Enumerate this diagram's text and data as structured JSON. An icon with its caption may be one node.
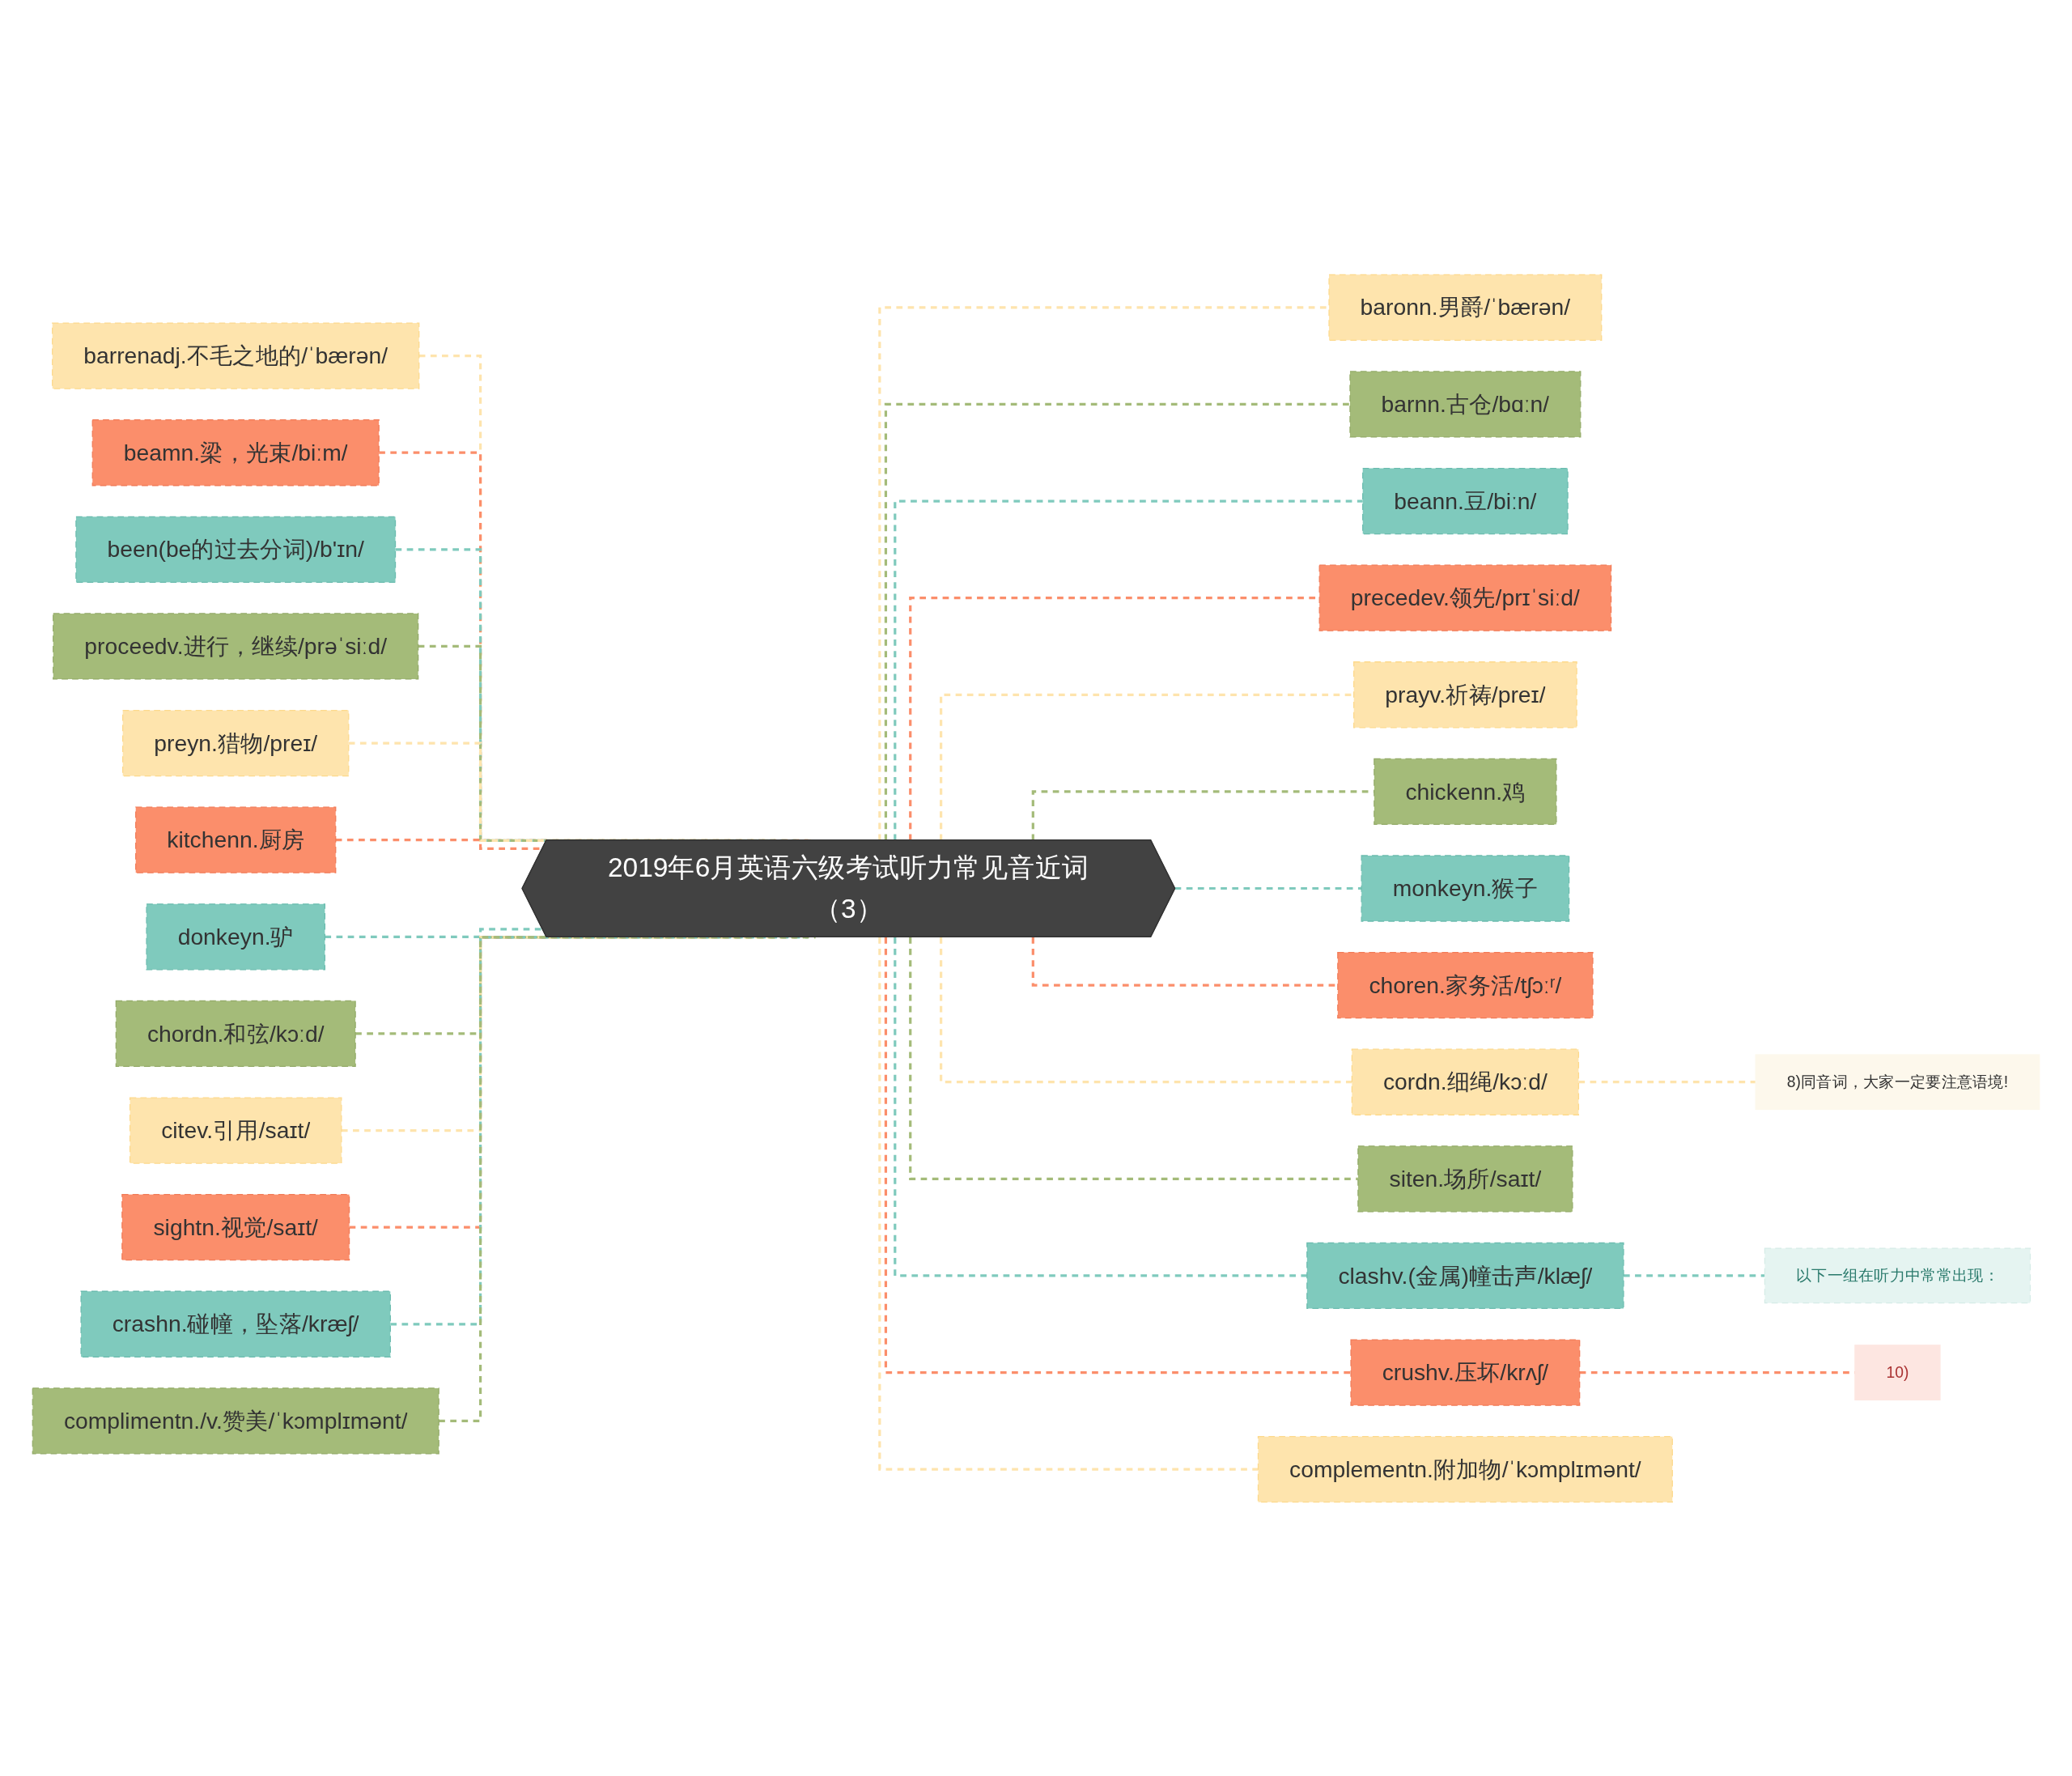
{
  "diagram": {
    "nodes": [
      {
        "text": [
          "2019年6月英语六级考试听力常见音近词（3）"
        ]
      },
      {
        "text": [
          "barrenadj.不毛之地的/ˈbærən/"
        ]
      },
      {
        "text": [
          "beamn.梁，光束/biːm/"
        ]
      },
      {
        "text": [
          "been(be的过去分词)/b'ɪn/"
        ]
      },
      {
        "text": [
          "proceedv.进行，继续/prəˈsiːd/"
        ]
      },
      {
        "text": [
          "preyn.猎物/preɪ/"
        ]
      },
      {
        "text": [
          "kitchenn.厨房"
        ]
      },
      {
        "text": [
          "donkeyn.驴"
        ]
      },
      {
        "text": [
          "chordn.和弦/kɔːd/"
        ]
      },
      {
        "text": [
          "citev.引用/saɪt/"
        ]
      },
      {
        "text": [
          "sightn.视觉/saɪt/"
        ]
      },
      {
        "text": [
          "crashn.碰幢，坠落/kræʃ/"
        ]
      },
      {
        "text": [
          "complimentn./v.赞美/ˈkɔmplɪmənt/"
        ]
      },
      {
        "text": [
          "baronn.男爵/ˈbærən/"
        ]
      },
      {
        "text": [
          "barnn.古仓/bɑːn/"
        ]
      },
      {
        "text": [
          "beann.豆/biːn/"
        ]
      },
      {
        "text": [
          "precedev.领先/prɪˈsiːd/"
        ]
      },
      {
        "text": [
          "prayv.祈祷/preɪ/"
        ]
      },
      {
        "text": [
          "chickenn.鸡"
        ]
      },
      {
        "text": [
          "monkeyn.猴子"
        ]
      },
      {
        "text": [
          "choren.家务活/tʃɔːʳ/"
        ]
      },
      {
        "text": [
          "cordn.细绳/kɔːd/"
        ]
      },
      {
        "text": [
          "8)同音词，大家一定要注意语境!"
        ]
      },
      {
        "text": [
          "siten.场所/saɪt/"
        ]
      },
      {
        "text": [
          "clashv.(金属)幢击声/klæʃ/"
        ]
      },
      {
        "text": [
          "以下一组在听力中常常出现："
        ]
      },
      {
        "text": [
          "crushv.压坏/krʌʃ/"
        ]
      },
      {
        "text": [
          "10)"
        ]
      },
      {
        "text": [
          "complementn.附加物/ˈkɔmplɪmənt/"
        ]
      }
    ],
    "edges": [
      {
        "from": 1,
        "to": 0,
        "arrow": "none",
        "style": "dashed",
        "color": "#fee4ad"
      },
      {
        "from": 2,
        "to": 0,
        "arrow": "none",
        "style": "dashed",
        "color": "#fb8e6b"
      },
      {
        "from": 3,
        "to": 0,
        "arrow": "none",
        "style": "dashed",
        "color": "#7fcabd"
      },
      {
        "from": 4,
        "to": 0,
        "arrow": "none",
        "style": "dashed",
        "color": "#a4bb79"
      },
      {
        "from": 5,
        "to": 0,
        "arrow": "none",
        "style": "dashed",
        "color": "#fee4ad"
      },
      {
        "from": 6,
        "to": 0,
        "arrow": "none",
        "style": "dashed",
        "color": "#fb8e6b"
      },
      {
        "from": 7,
        "to": 0,
        "arrow": "none",
        "style": "dashed",
        "color": "#7fcabd"
      },
      {
        "from": 8,
        "to": 0,
        "arrow": "none",
        "style": "dashed",
        "color": "#a4bb79"
      },
      {
        "from": 9,
        "to": 0,
        "arrow": "none",
        "style": "dashed",
        "color": "#fee4ad"
      },
      {
        "from": 10,
        "to": 0,
        "arrow": "none",
        "style": "dashed",
        "color": "#fb8e6b"
      },
      {
        "from": 11,
        "to": 0,
        "arrow": "none",
        "style": "dashed",
        "color": "#7fcabd"
      },
      {
        "from": 12,
        "to": 0,
        "arrow": "none",
        "style": "dashed",
        "color": "#a4bb79"
      },
      {
        "from": 0,
        "to": 13,
        "arrow": "none",
        "style": "dashed",
        "color": "#fee4ad"
      },
      {
        "from": 0,
        "to": 14,
        "arrow": "none",
        "style": "dashed",
        "color": "#a4bb79"
      },
      {
        "from": 0,
        "to": 15,
        "arrow": "none",
        "style": "dashed",
        "color": "#7fcabd"
      },
      {
        "from": 0,
        "to": 16,
        "arrow": "none",
        "style": "dashed",
        "color": "#fb8e6b"
      },
      {
        "from": 0,
        "to": 17,
        "arrow": "none",
        "style": "dashed",
        "color": "#fee4ad"
      },
      {
        "from": 0,
        "to": 18,
        "arrow": "none",
        "style": "dashed",
        "color": "#a4bb79"
      },
      {
        "from": 0,
        "to": 19,
        "arrow": "none",
        "style": "dashed",
        "color": "#7fcabd"
      },
      {
        "from": 0,
        "to": 20,
        "arrow": "none",
        "style": "dashed",
        "color": "#fb8e6b"
      },
      {
        "from": 0,
        "to": 21,
        "arrow": "none",
        "style": "dashed",
        "color": "#fee4ad"
      },
      {
        "from": 21,
        "to": 22,
        "arrow": "none",
        "style": "dashed",
        "color": "#fee4ad"
      },
      {
        "from": 0,
        "to": 23,
        "arrow": "none",
        "style": "dashed",
        "color": "#a4bb79"
      },
      {
        "from": 0,
        "to": 24,
        "arrow": "none",
        "style": "dashed",
        "color": "#7fcabd"
      },
      {
        "from": 24,
        "to": 25,
        "arrow": "none",
        "style": "dashed",
        "color": "#7fcabd"
      },
      {
        "from": 0,
        "to": 26,
        "arrow": "none",
        "style": "dashed",
        "color": "#fb8e6b"
      },
      {
        "from": 26,
        "to": 27,
        "arrow": "none",
        "style": "dashed",
        "color": "#fb8e6b"
      },
      {
        "from": 0,
        "to": 28,
        "arrow": "none",
        "style": "dashed",
        "color": "#fee4ad"
      }
    ]
  }
}
